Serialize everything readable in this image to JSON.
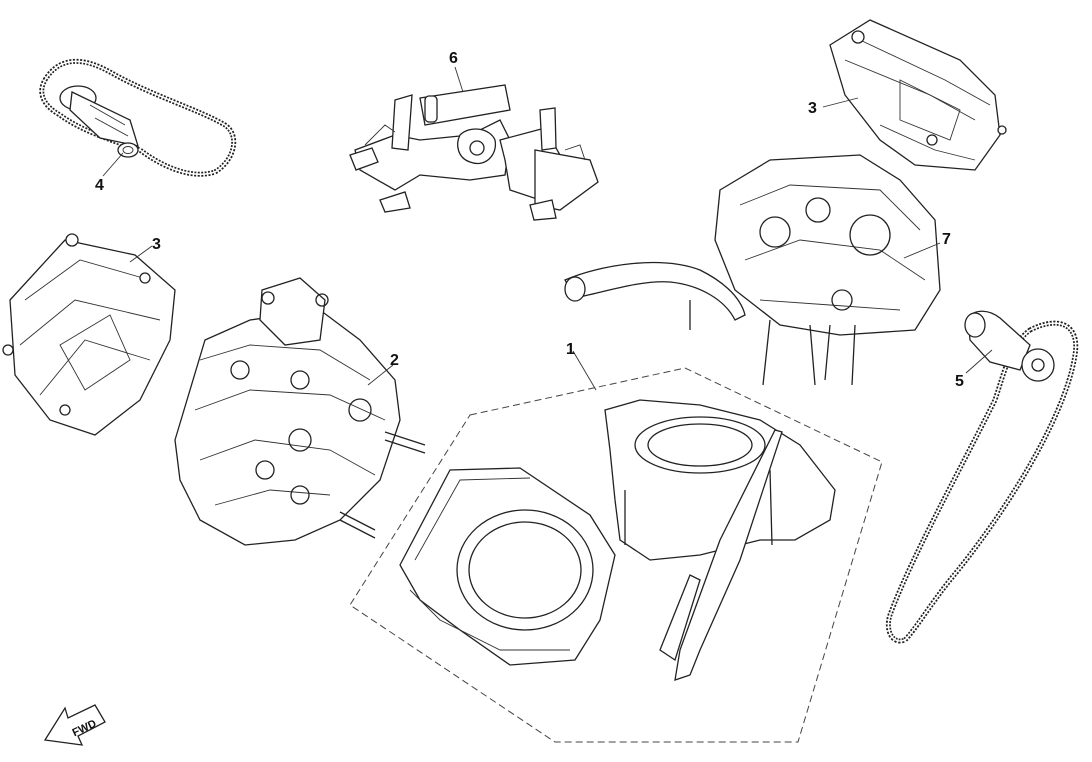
{
  "diagram": {
    "callouts": {
      "c1": "1",
      "c2": "2",
      "c3a": "3",
      "c3b": "3",
      "c4": "4",
      "c5": "5",
      "c6": "6",
      "c7": "7"
    },
    "orientation_label": "FWD"
  }
}
